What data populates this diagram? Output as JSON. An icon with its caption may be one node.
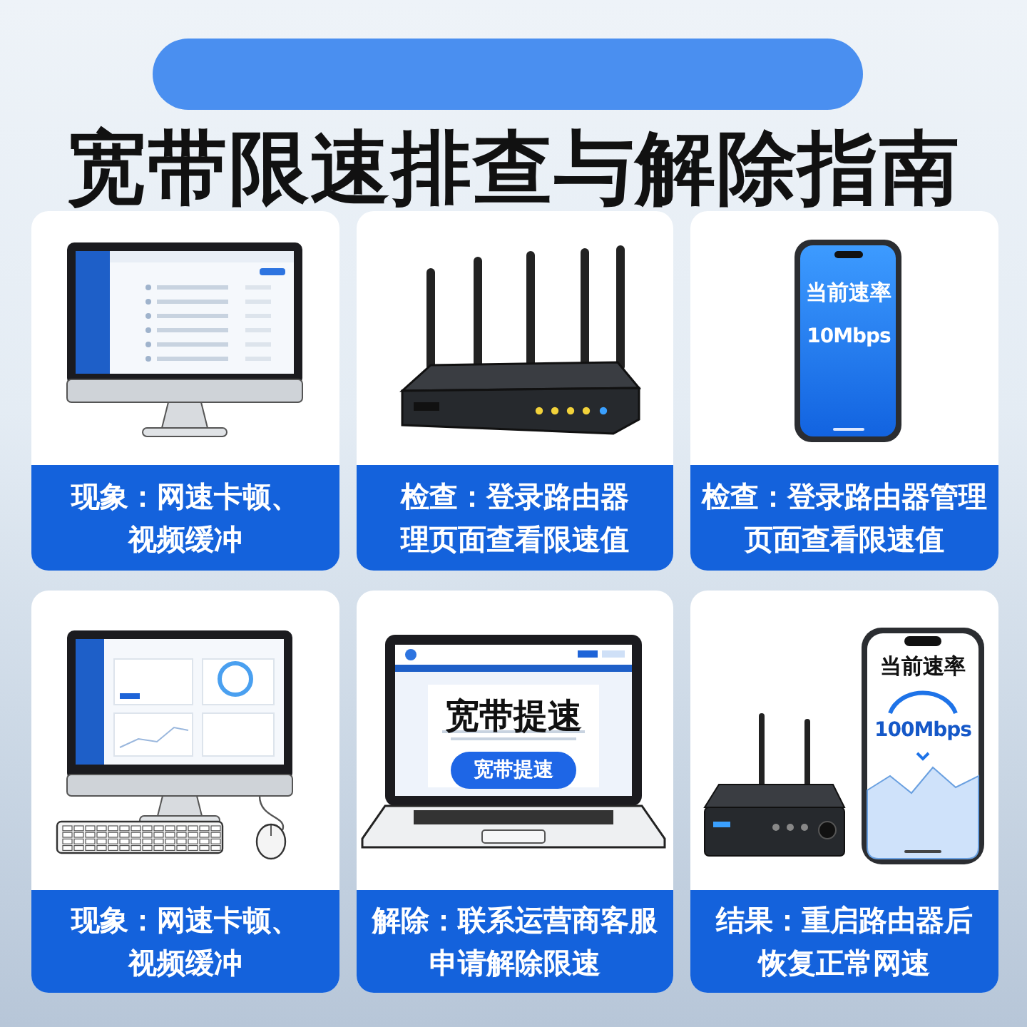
{
  "diagram": {
    "title": "宽带限速排查与解除指南",
    "nodes": [
      {
        "text": [],
        "shape": "bar"
      },
      {
        "text": [
          "现象：网速卡顿、视频缓冲"
        ]
      },
      {
        "text": [
          "检查：登录路由器理页面查看限速值"
        ]
      },
      {
        "text": [
          "检查：登录路由器管理页面查看限速值"
        ]
      },
      {
        "text": [
          "现象：网速卡顿、视频缓冲"
        ]
      },
      {
        "text": [
          "解除：联系运营商客服申请解除限速"
        ]
      },
      {
        "text": [
          "结果：重启路由器后恢复正常网速"
        ]
      }
    ],
    "labels": [
      "当前速率",
      "10Mbps",
      "宽带提速",
      "宽带提速",
      "当前速率",
      "100Mbps"
    ]
  }
}
